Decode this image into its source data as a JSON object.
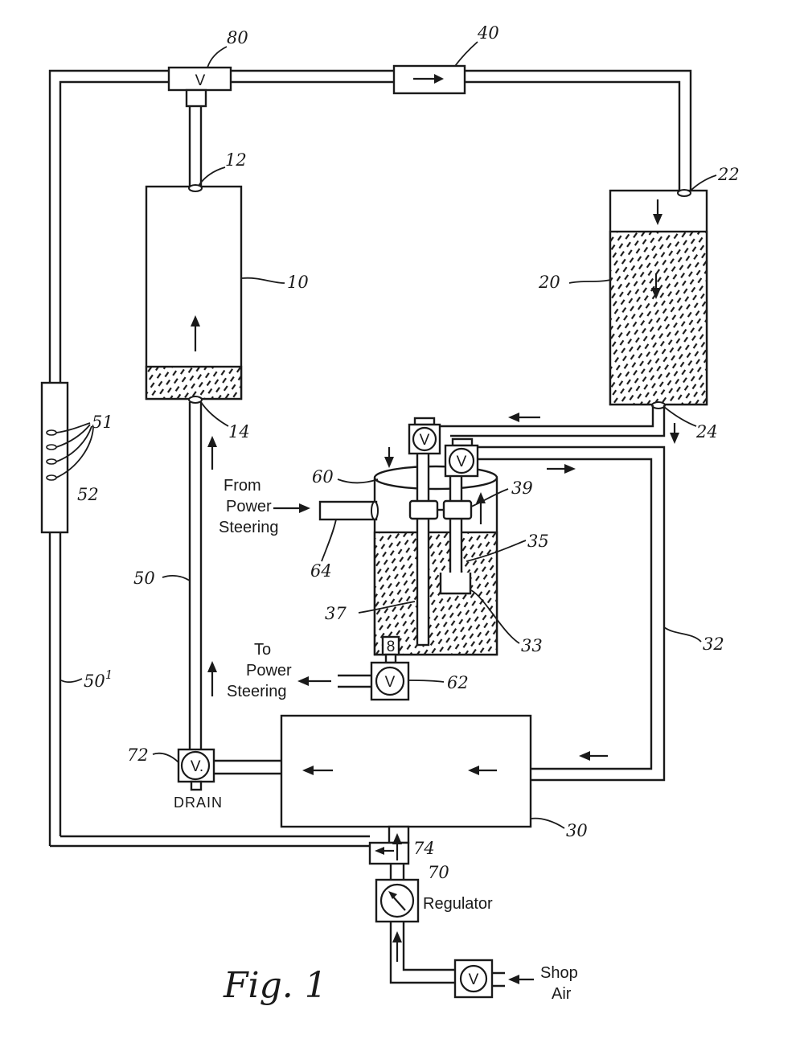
{
  "figure": {
    "caption": "Fig. 1"
  },
  "labels": {
    "n80": "80",
    "n40": "40",
    "n12": "12",
    "n22": "22",
    "n10": "10",
    "n20": "20",
    "n14": "14",
    "n24": "24",
    "n51": "51",
    "n52": "52",
    "n60": "60",
    "n39": "39",
    "n35": "35",
    "n64": "64",
    "n50": "50",
    "n37": "37",
    "n33": "33",
    "n32": "32",
    "n62": "62",
    "n50p": "50",
    "n50p_mark": "1",
    "n72": "72",
    "n30": "30",
    "n74": "74",
    "n70": "70"
  },
  "text": {
    "from_ps_1": "From",
    "from_ps_2": "Power",
    "from_ps_3": "Steering",
    "to_ps_1": "To",
    "to_ps_2": "Power",
    "to_ps_3": "Steering",
    "drain": "DRAIN",
    "regulator": "Regulator",
    "shop_1": "Shop",
    "shop_2": "Air",
    "valve": "V",
    "valve_72": "V."
  }
}
